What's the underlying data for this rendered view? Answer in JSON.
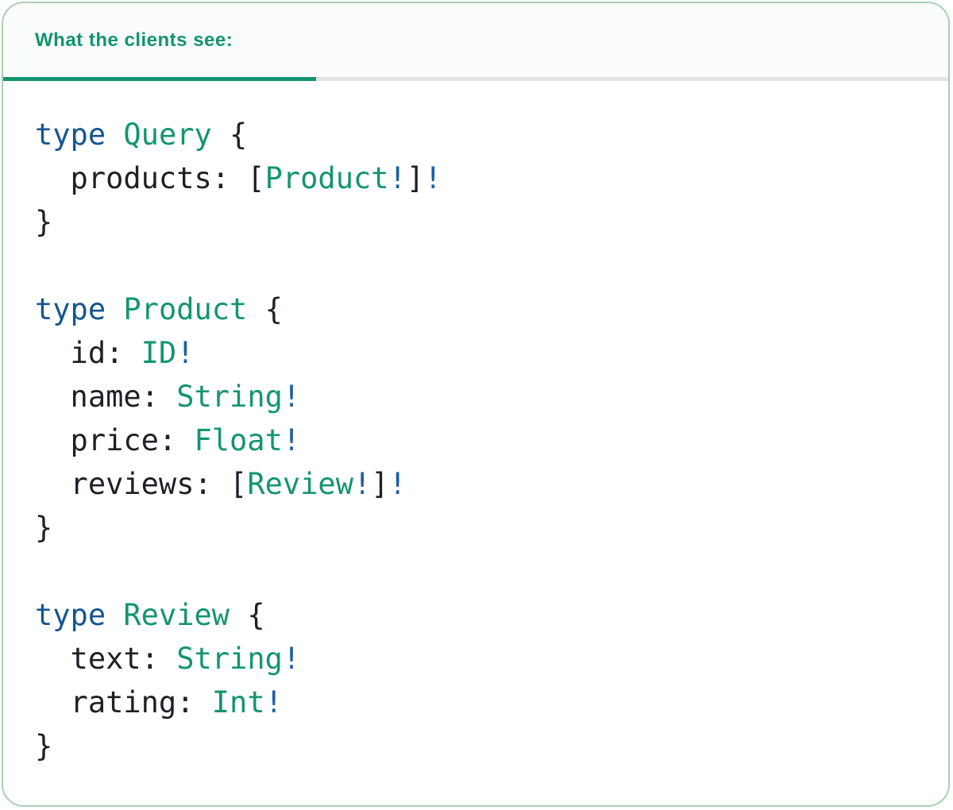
{
  "panel": {
    "tab_label": "What the clients see:",
    "colors": {
      "tab_text": "#12946e",
      "tab_underline": "#129470",
      "header_bg": "#fafbfb",
      "header_divider": "#e2e3e3",
      "card_border": "#aacfb2",
      "code_plain": "#1d2126",
      "code_keyword": "#16568f",
      "code_type": "#12966e",
      "code_bang": "#1d5fa4"
    }
  },
  "code": {
    "language": "graphql",
    "blocks": [
      {
        "name": "Query",
        "lines": [
          [
            {
              "t": "type",
              "c": "keyword"
            },
            {
              "t": " ",
              "c": "plain"
            },
            {
              "t": "Query",
              "c": "type"
            },
            {
              "t": " {",
              "c": "plain"
            }
          ],
          [
            {
              "t": "  products: [",
              "c": "plain"
            },
            {
              "t": "Product",
              "c": "type"
            },
            {
              "t": "!",
              "c": "bang"
            },
            {
              "t": "]",
              "c": "plain"
            },
            {
              "t": "!",
              "c": "bang"
            }
          ],
          [
            {
              "t": "}",
              "c": "plain"
            }
          ]
        ]
      },
      {
        "name": "Product",
        "lines": [
          [
            {
              "t": "type",
              "c": "keyword"
            },
            {
              "t": " ",
              "c": "plain"
            },
            {
              "t": "Product",
              "c": "type"
            },
            {
              "t": " {",
              "c": "plain"
            }
          ],
          [
            {
              "t": "  id: ",
              "c": "plain"
            },
            {
              "t": "ID",
              "c": "type"
            },
            {
              "t": "!",
              "c": "bang"
            }
          ],
          [
            {
              "t": "  name: ",
              "c": "plain"
            },
            {
              "t": "String",
              "c": "type"
            },
            {
              "t": "!",
              "c": "bang"
            }
          ],
          [
            {
              "t": "  price: ",
              "c": "plain"
            },
            {
              "t": "Float",
              "c": "type"
            },
            {
              "t": "!",
              "c": "bang"
            }
          ],
          [
            {
              "t": "  reviews: [",
              "c": "plain"
            },
            {
              "t": "Review",
              "c": "type"
            },
            {
              "t": "!",
              "c": "bang"
            },
            {
              "t": "]",
              "c": "plain"
            },
            {
              "t": "!",
              "c": "bang"
            }
          ],
          [
            {
              "t": "}",
              "c": "plain"
            }
          ]
        ]
      },
      {
        "name": "Review",
        "lines": [
          [
            {
              "t": "type",
              "c": "keyword"
            },
            {
              "t": " ",
              "c": "plain"
            },
            {
              "t": "Review",
              "c": "type"
            },
            {
              "t": " {",
              "c": "plain"
            }
          ],
          [
            {
              "t": "  text: ",
              "c": "plain"
            },
            {
              "t": "String",
              "c": "type"
            },
            {
              "t": "!",
              "c": "bang"
            }
          ],
          [
            {
              "t": "  rating: ",
              "c": "plain"
            },
            {
              "t": "Int",
              "c": "type"
            },
            {
              "t": "!",
              "c": "bang"
            }
          ],
          [
            {
              "t": "}",
              "c": "plain"
            }
          ]
        ]
      }
    ]
  }
}
